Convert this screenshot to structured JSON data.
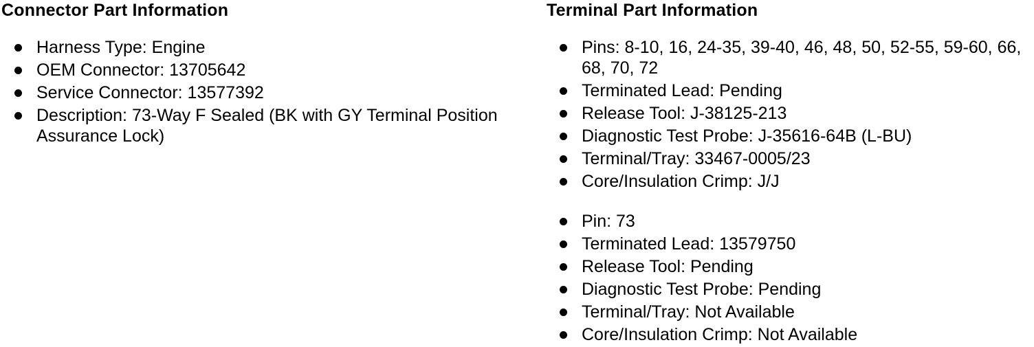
{
  "colors": {
    "background": "#ffffff",
    "text": "#000000",
    "bullet": "#000000"
  },
  "columns": [
    {
      "title": "Connector Part Information",
      "groups": [
        {
          "items": [
            "Harness Type: Engine",
            "OEM Connector: 13705642",
            "Service Connector: 13577392",
            "Description: 73-Way F Sealed (BK with GY Terminal Position Assurance Lock)"
          ]
        }
      ]
    },
    {
      "title": "Terminal Part Information",
      "groups": [
        {
          "items": [
            "Pins: 8-10, 16, 24-35, 39-40, 46, 48, 50, 52-55, 59-60, 66, 68, 70, 72",
            "Terminated Lead: Pending",
            "Release Tool: J-38125-213",
            "Diagnostic Test Probe: J-35616-64B (L-BU)",
            "Terminal/Tray: 33467-0005/23",
            "Core/Insulation Crimp: J/J"
          ]
        },
        {
          "items": [
            "Pin: 73",
            "Terminated Lead: 13579750",
            "Release Tool: Pending",
            "Diagnostic Test Probe: Pending",
            "Terminal/Tray: Not Available",
            "Core/Insulation Crimp: Not Available"
          ]
        }
      ]
    }
  ]
}
